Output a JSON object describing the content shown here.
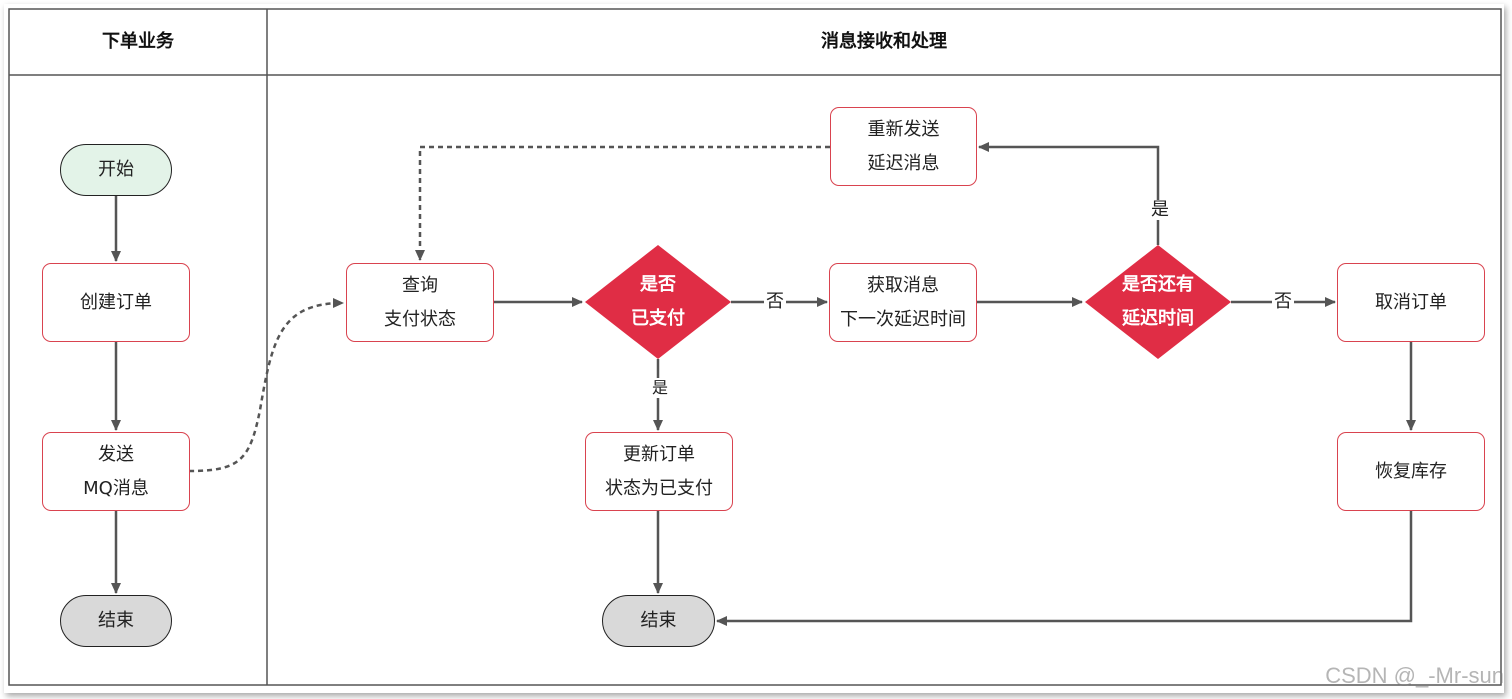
{
  "lanes": {
    "left_title": "下单业务",
    "right_title": "消息接收和处理"
  },
  "nodes": {
    "start": [
      "开始"
    ],
    "create_order": [
      "创建订单"
    ],
    "send_mq": [
      "发送",
      "MQ消息"
    ],
    "end_left": [
      "结束"
    ],
    "query_status": [
      "查询",
      "支付状态"
    ],
    "is_paid": [
      "是否",
      "已支付"
    ],
    "update_order": [
      "更新订单",
      "状态为已支付"
    ],
    "end_right": [
      "结束"
    ],
    "get_message": [
      "获取消息",
      "下一次延迟时间"
    ],
    "has_delay": [
      "是否还有",
      "延迟时间"
    ],
    "resend": [
      "重新发送",
      "延迟消息"
    ],
    "cancel_order": [
      "取消订单"
    ],
    "restore_stock": [
      "恢复库存"
    ]
  },
  "edge_labels": {
    "paid_no": "否",
    "paid_yes": "是",
    "delay_no": "否",
    "delay_yes": "是"
  },
  "colors": {
    "decision_fill": "#e02d45",
    "box_border": "#d9434f",
    "start_fill": "#e3f3e8",
    "end_fill": "#d9d9d9",
    "line": "#555555"
  },
  "watermark": "CSDN @_-Mr-sun"
}
